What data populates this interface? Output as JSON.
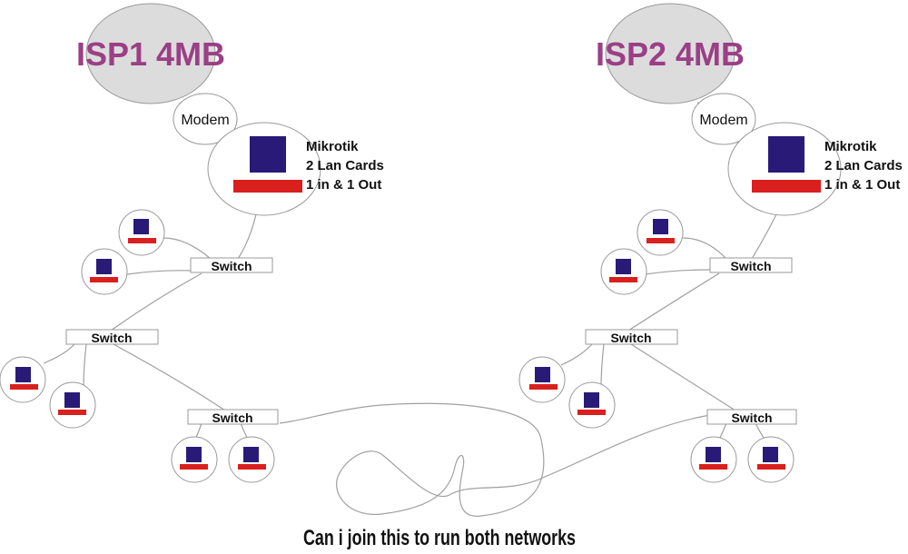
{
  "left": {
    "isp_label": "ISP1 4MB",
    "modem_label": "Modem",
    "router": {
      "line1": "Mikrotik",
      "line2": "2 Lan Cards",
      "line3": "1 in & 1 Out"
    },
    "switch_a": "Switch",
    "switch_b": "Switch",
    "switch_c": "Switch"
  },
  "right": {
    "isp_label": "ISP2 4MB",
    "modem_label": "Modem",
    "router": {
      "line1": "Mikrotik",
      "line2": "2 Lan Cards",
      "line3": "1 in & 1 Out"
    },
    "switch_a": "Switch",
    "switch_b": "Switch",
    "switch_c": "Switch"
  },
  "caption": "Can i join this to run both networks",
  "colors": {
    "isp_fill": "#dcdcdc",
    "isp_text": "#9b3f86",
    "computer_monitor": "#2a1a78",
    "computer_base": "#d9201e",
    "line": "#a0a0a0"
  }
}
